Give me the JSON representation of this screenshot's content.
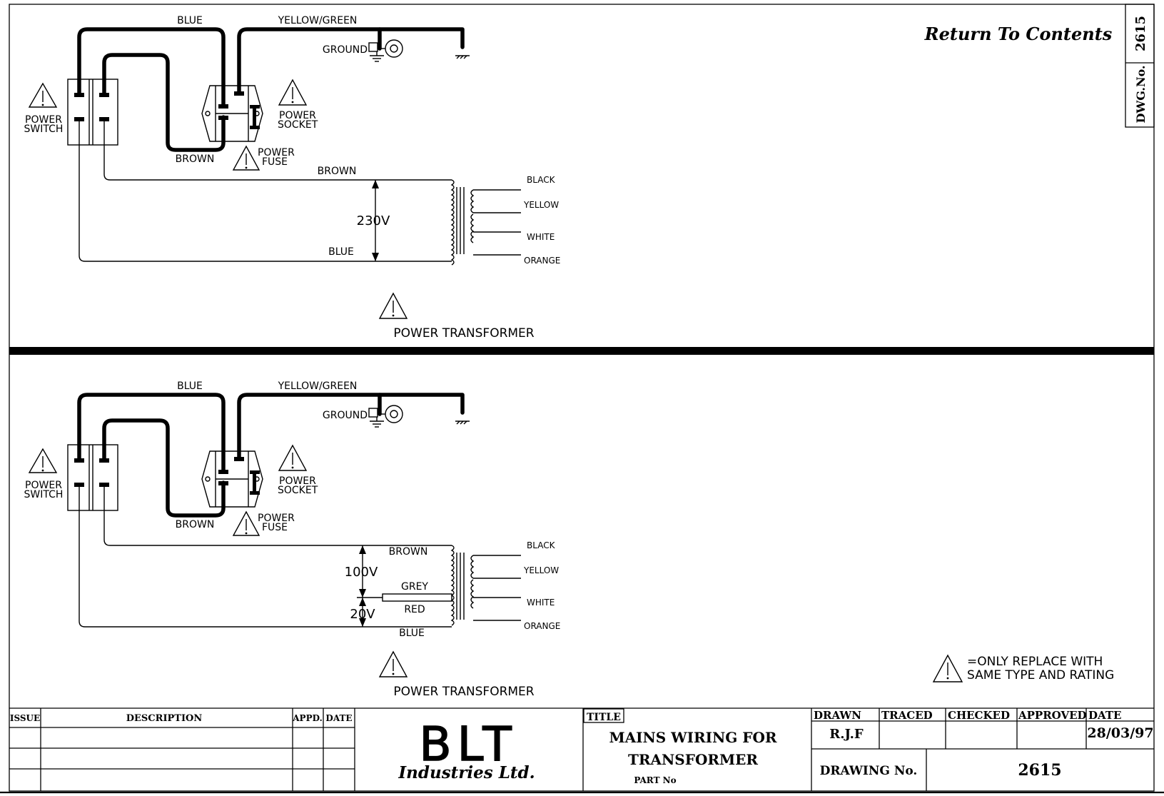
{
  "header": {
    "return_link": "Return To Contents",
    "dwg_no_label": "DWG.No.",
    "dwg_no_value": "2615"
  },
  "upper_circuit": {
    "wire_blue_top": "BLUE",
    "wire_yellow_green": "YELLOW/GREEN",
    "ground_label": "GROUND",
    "power_switch_line1": "POWER",
    "power_switch_line2": "SWITCH",
    "power_socket_line1": "POWER",
    "power_socket_line2": "SOCKET",
    "power_fuse_line1": "POWER",
    "power_fuse_line2": "FUSE",
    "wire_brown_lower": "BROWN",
    "wire_brown_primary": "BROWN",
    "wire_blue_primary": "BLUE",
    "voltage": "230V",
    "sec_black": "BLACK",
    "sec_yellow": "YELLOW",
    "sec_white": "WHITE",
    "sec_orange": "ORANGE",
    "transformer_label": "POWER TRANSFORMER"
  },
  "lower_circuit": {
    "wire_blue_top": "BLUE",
    "wire_yellow_green": "YELLOW/GREEN",
    "ground_label": "GROUND",
    "power_switch_line1": "POWER",
    "power_switch_line2": "SWITCH",
    "power_socket_line1": "POWER",
    "power_socket_line2": "SOCKET",
    "power_fuse_line1": "POWER",
    "power_fuse_line2": "FUSE",
    "wire_brown_lower": "BROWN",
    "wire_brown_primary": "BROWN",
    "wire_grey": "GREY",
    "wire_red": "RED",
    "wire_blue_primary": "BLUE",
    "voltage_100": "100V",
    "voltage_20": "20V",
    "sec_black": "BLACK",
    "sec_yellow": "YELLOW",
    "sec_white": "WHITE",
    "sec_orange": "ORANGE",
    "transformer_label": "POWER TRANSFORMER"
  },
  "note": {
    "line1": "=ONLY REPLACE WITH",
    "line2": "SAME TYPE AND RATING"
  },
  "title_block": {
    "issue_header": "ISSUE",
    "description_header": "DESCRIPTION",
    "appd_header": "APPD.",
    "date_header": "DATE",
    "logo": "BLT",
    "company": "Industries Ltd.",
    "title_label": "TITLE",
    "title_line1": "MAINS WIRING FOR",
    "title_line2": "TRANSFORMER",
    "part_no_label": "PART No",
    "drawn_label": "DRAWN",
    "traced_label": "TRACED",
    "checked_label": "CHECKED",
    "approved_label": "APPROVED",
    "date_label": "DATE",
    "drawn_value": "R.J.F",
    "date_value": "28/03/97",
    "drawing_no_label": "DRAWING No.",
    "drawing_no_value": "2615"
  }
}
